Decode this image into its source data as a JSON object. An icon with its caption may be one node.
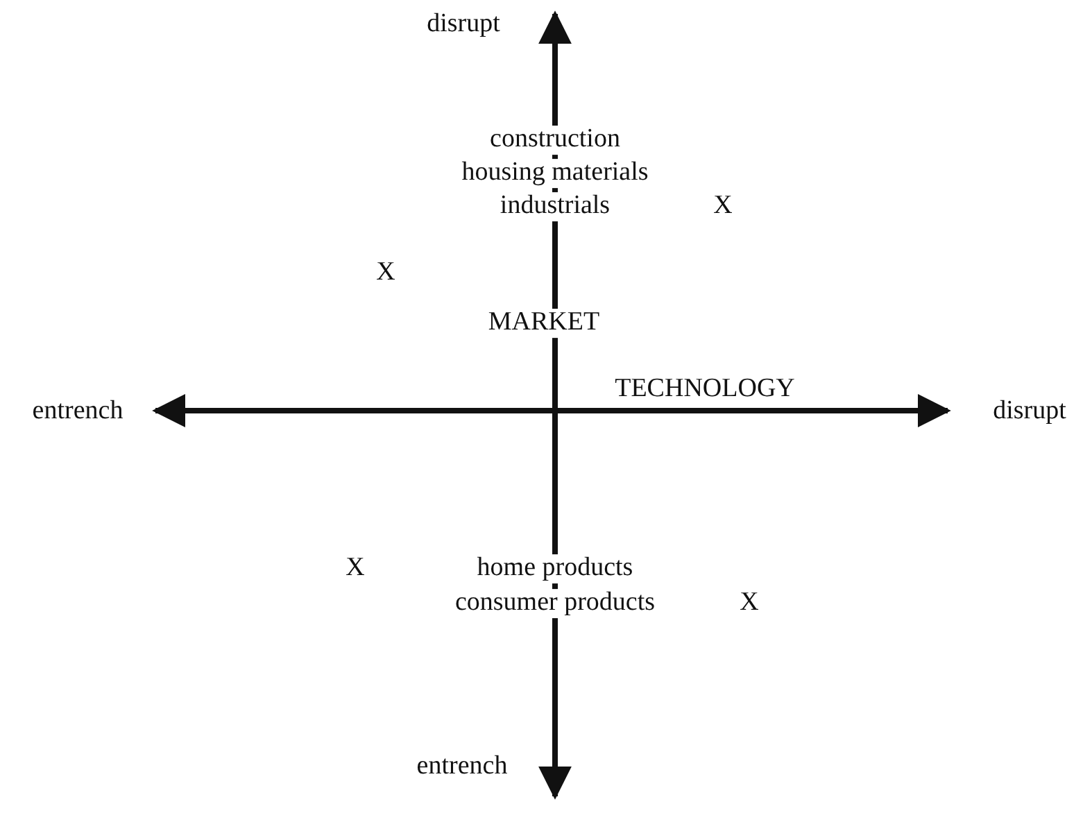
{
  "diagram": {
    "labels": [
      "disrupt",
      "construction",
      "housing materials",
      "industrials",
      "X",
      "X",
      "MARKET",
      "entrench",
      "TECHNOLOGY",
      "disrupt",
      "X",
      "home products",
      "consumer products",
      "X",
      "entrench"
    ]
  }
}
